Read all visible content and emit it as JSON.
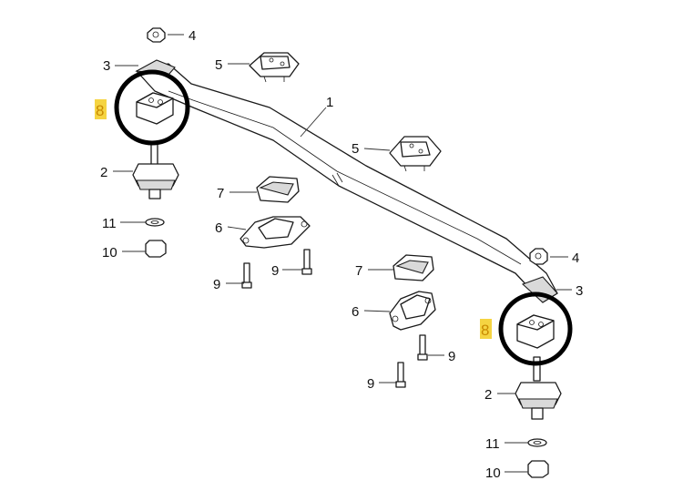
{
  "diagram": {
    "labels": {
      "l1": "1",
      "l2a": "2",
      "l2b": "2",
      "l3a": "3",
      "l3b": "3",
      "l4a": "4",
      "l4b": "4",
      "l5a": "5",
      "l5b": "5",
      "l6a": "6",
      "l6b": "6",
      "l7a": "7",
      "l7b": "7",
      "l8a": "8",
      "l8b": "8",
      "l9a": "9",
      "l9b": "9",
      "l9c": "9",
      "l9d": "9",
      "l10a": "10",
      "l10b": "10",
      "l11a": "11",
      "l11b": "11"
    },
    "highlight_color": "#f5d442",
    "highlight_text_color": "#c98a00",
    "circle_color": "#000000"
  }
}
